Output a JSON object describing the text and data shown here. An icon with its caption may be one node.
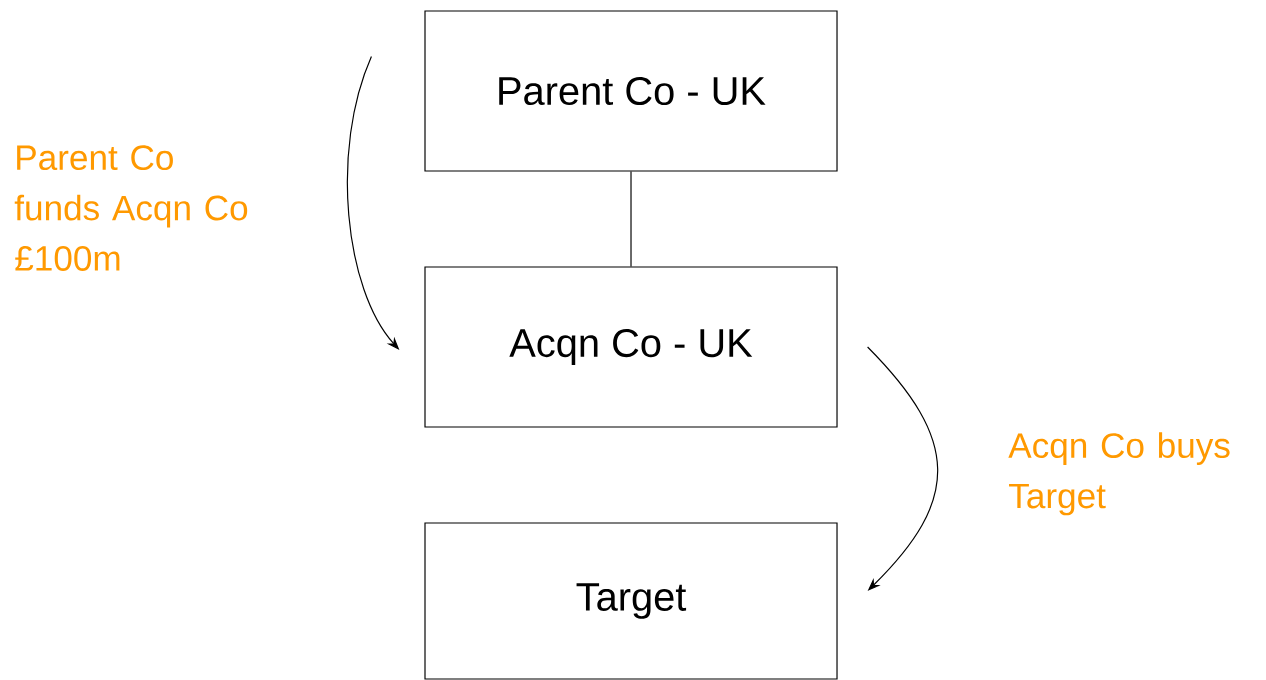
{
  "diagram": {
    "nodes": [
      {
        "text": [
          "Parent Co - UK"
        ]
      },
      {
        "text": [
          "Acqn Co - UK"
        ]
      },
      {
        "text": [
          "Target"
        ]
      }
    ],
    "edges": [
      {
        "from": 0,
        "to": 1,
        "arrow": "none"
      },
      {
        "from": 0,
        "to": 1,
        "arrow": "to",
        "label": "Parent Co funds Acqn Co £100m"
      },
      {
        "from": 1,
        "to": 2,
        "arrow": "to",
        "label": "Acqn Co buys Target"
      }
    ]
  }
}
